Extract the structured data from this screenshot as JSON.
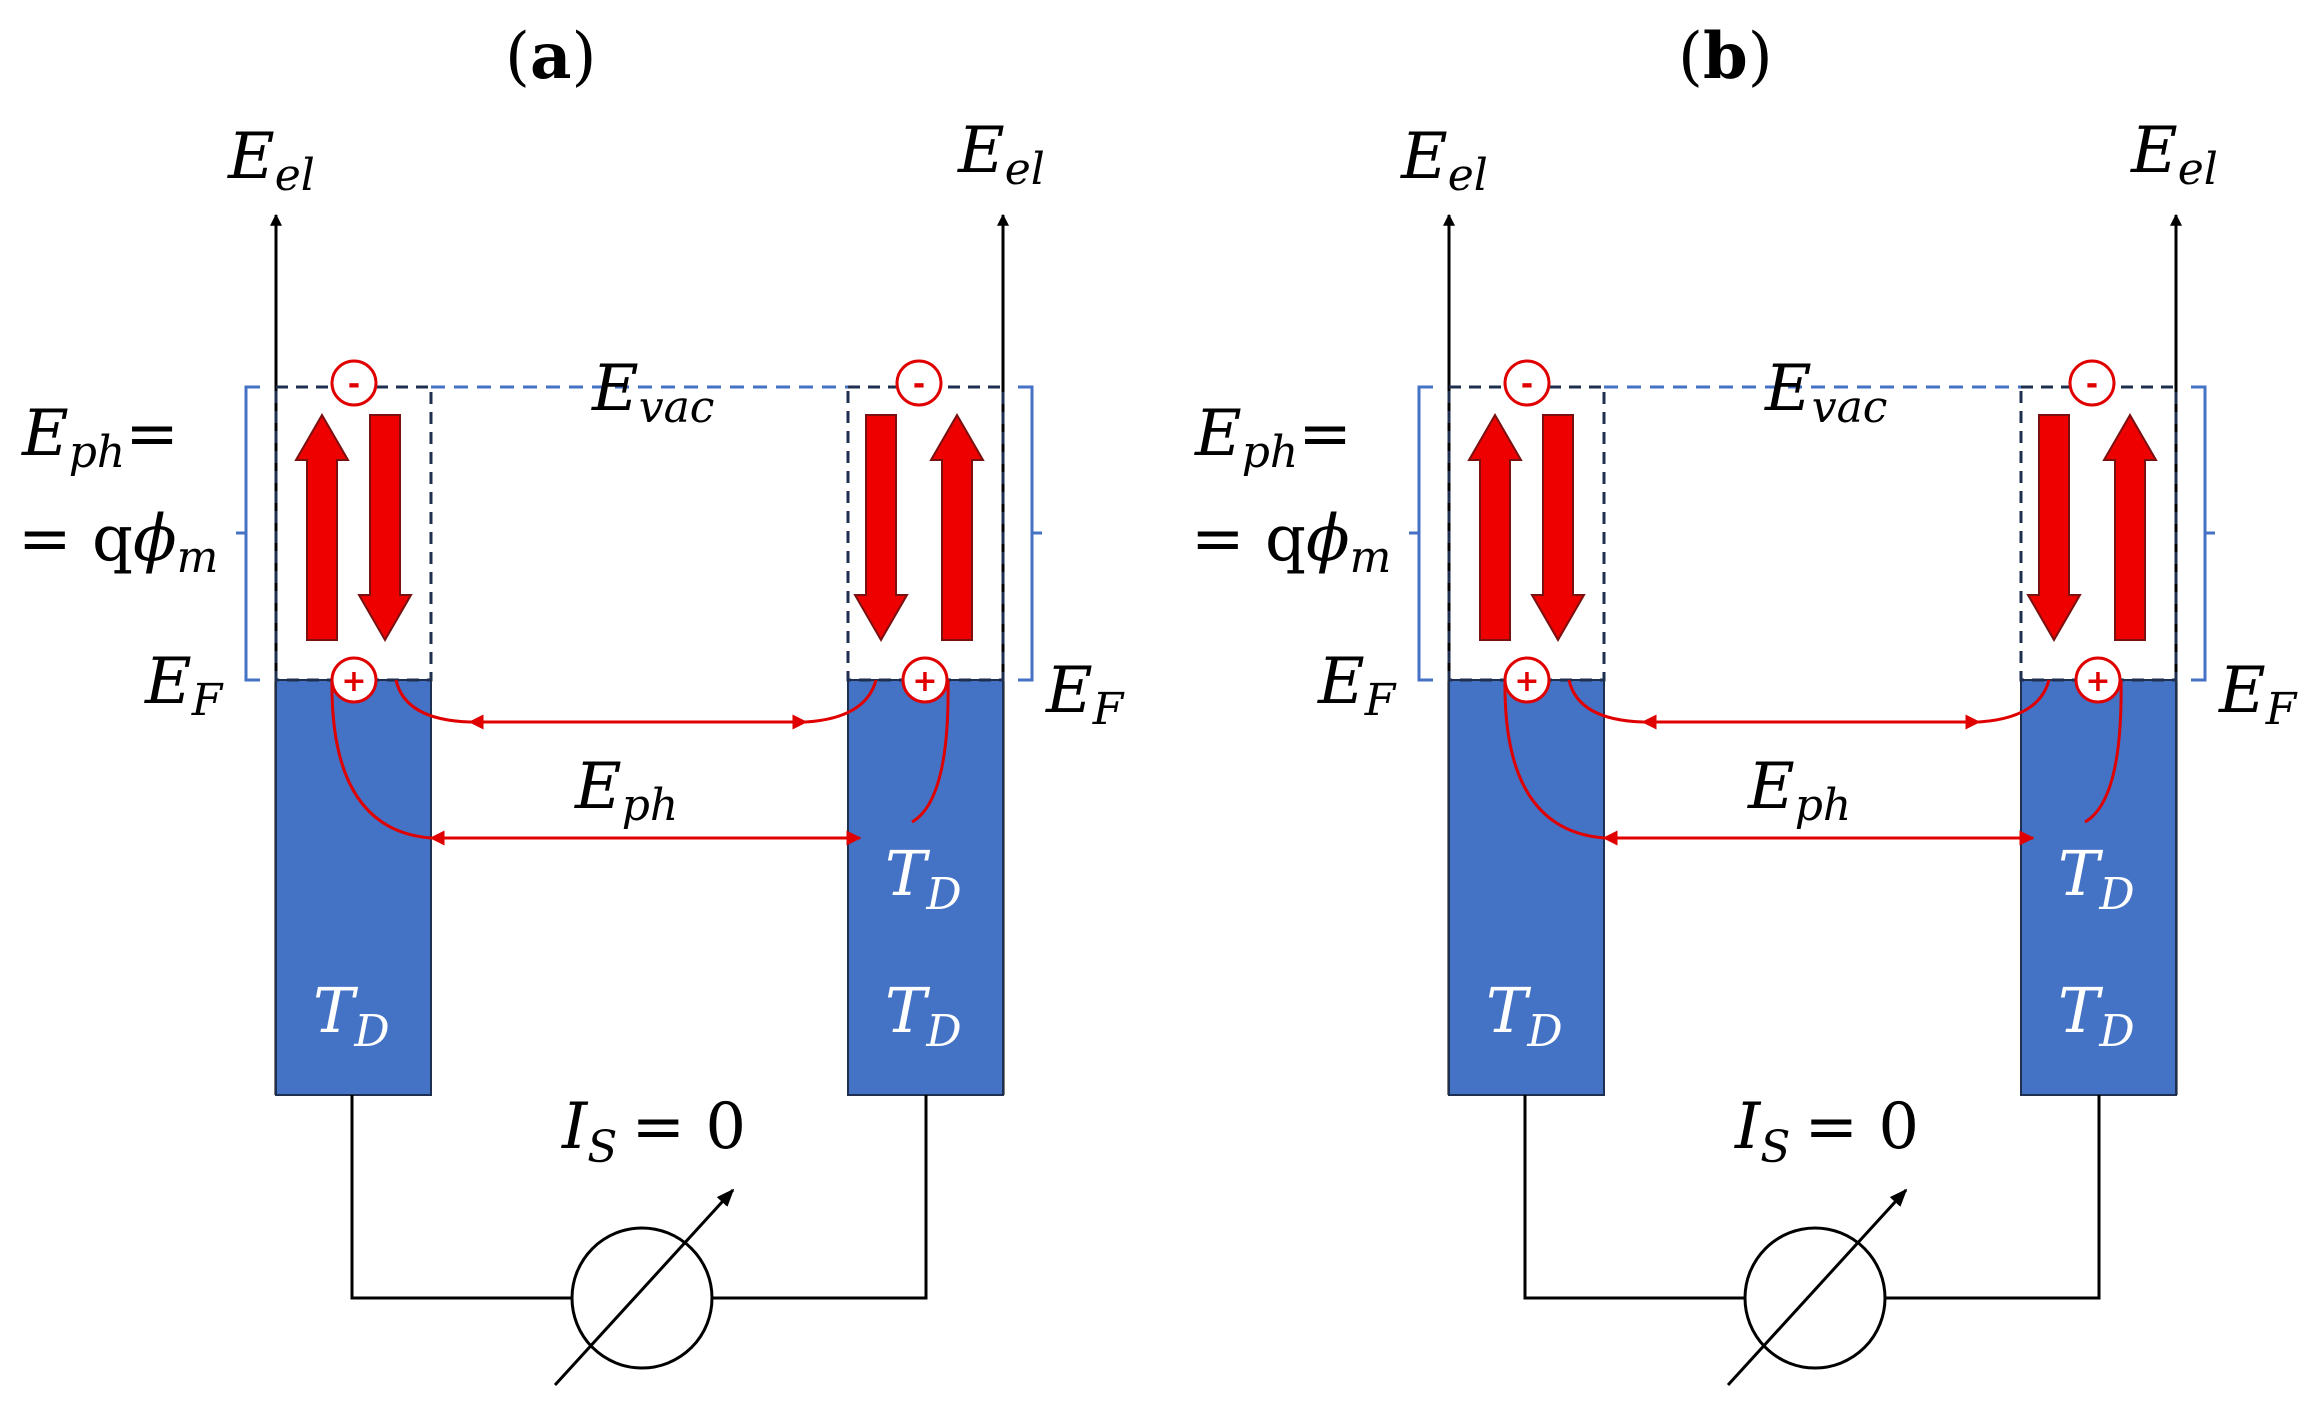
{
  "panels": [
    {
      "id": "a",
      "title_paren_open": "(",
      "title_letter": "a",
      "title_paren_close": ")",
      "left_axis_label": {
        "main": "E",
        "sub": "el"
      },
      "right_axis_label": {
        "main": "E",
        "sub": "el"
      },
      "vacuum_label": {
        "main": "E",
        "sub": "vac"
      },
      "photon_energy_label": {
        "line1_main": "E",
        "line1_sub": "ph",
        "line1_suffix": "=",
        "line2_prefix": "= q",
        "line2_main": "ϕ",
        "line2_sub": "m"
      },
      "fermi_left": {
        "main": "E",
        "sub": "F"
      },
      "fermi_right": {
        "main": "E",
        "sub": "F"
      },
      "eph_label": {
        "main": "E",
        "sub": "ph"
      },
      "left_bar_temp": {
        "main": "T",
        "sub": "D"
      },
      "right_bar_temp_upper": {
        "main": "T",
        "sub": "D"
      },
      "right_bar_temp_lower": {
        "main": "T",
        "sub": "D"
      },
      "current_label": {
        "main": "I",
        "sub": "S",
        "rest": "= 0"
      },
      "charge_minus": "-",
      "charge_plus": "+"
    },
    {
      "id": "b",
      "title_paren_open": "(",
      "title_letter": "b",
      "title_paren_close": ")",
      "left_axis_label": {
        "main": "E",
        "sub": "el"
      },
      "right_axis_label": {
        "main": "E",
        "sub": "el"
      },
      "vacuum_label": {
        "main": "E",
        "sub": "vac"
      },
      "photon_energy_label": {
        "line1_main": "E",
        "line1_sub": "ph",
        "line1_suffix": "=",
        "line2_prefix": "= q",
        "line2_main": "ϕ",
        "line2_sub": "m"
      },
      "fermi_left": {
        "main": "E",
        "sub": "F"
      },
      "fermi_right": {
        "main": "E",
        "sub": "F"
      },
      "eph_label": {
        "main": "E",
        "sub": "ph"
      },
      "left_bar_temp": {
        "main": "T",
        "sub": "D"
      },
      "right_bar_temp_upper": {
        "main": "T",
        "sub": "D"
      },
      "right_bar_temp_lower": {
        "main": "T",
        "sub": "D"
      },
      "current_label": {
        "main": "I",
        "sub": "S",
        "rest": "= 0"
      },
      "charge_minus": "-",
      "charge_plus": "+"
    }
  ],
  "colors": {
    "metal_fill": "#4472C4",
    "arrow_red": "#ee0000",
    "vacuum_line": "#4472C4",
    "charge_ring": "#e00000"
  }
}
